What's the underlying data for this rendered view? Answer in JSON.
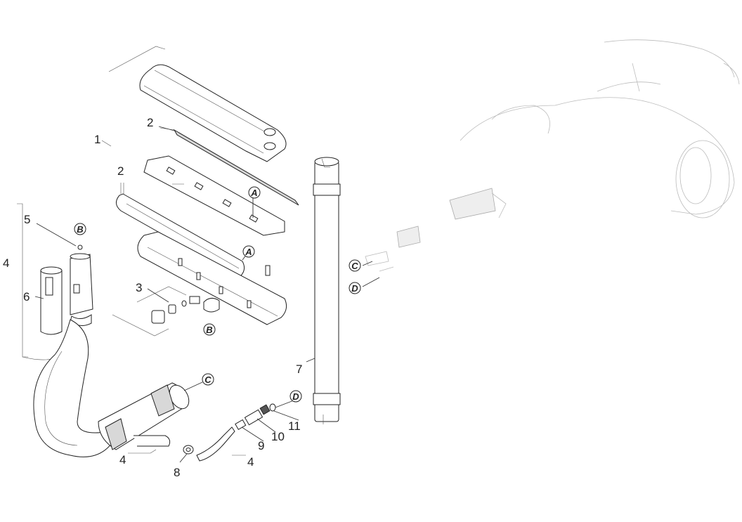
{
  "part_numbers": [
    {
      "id": "p1",
      "label": "1"
    },
    {
      "id": "p2a",
      "label": "2"
    },
    {
      "id": "p2b",
      "label": "2"
    },
    {
      "id": "p3",
      "label": "3"
    },
    {
      "id": "p4a",
      "label": "4"
    },
    {
      "id": "p4b",
      "label": "4"
    },
    {
      "id": "p4c",
      "label": "4"
    },
    {
      "id": "p5",
      "label": "5"
    },
    {
      "id": "p6",
      "label": "6"
    },
    {
      "id": "p7",
      "label": "7"
    },
    {
      "id": "p8",
      "label": "8"
    },
    {
      "id": "p9",
      "label": "9"
    },
    {
      "id": "p10",
      "label": "10"
    },
    {
      "id": "p11",
      "label": "11"
    }
  ],
  "reference_markers": [
    {
      "id": "rA1",
      "label": "A"
    },
    {
      "id": "rA2",
      "label": "A"
    },
    {
      "id": "rB1",
      "label": "B"
    },
    {
      "id": "rB2",
      "label": "B"
    },
    {
      "id": "rC1",
      "label": "C"
    },
    {
      "id": "rC2",
      "label": "C"
    },
    {
      "id": "rD1",
      "label": "D"
    },
    {
      "id": "rD2",
      "label": "D"
    }
  ]
}
